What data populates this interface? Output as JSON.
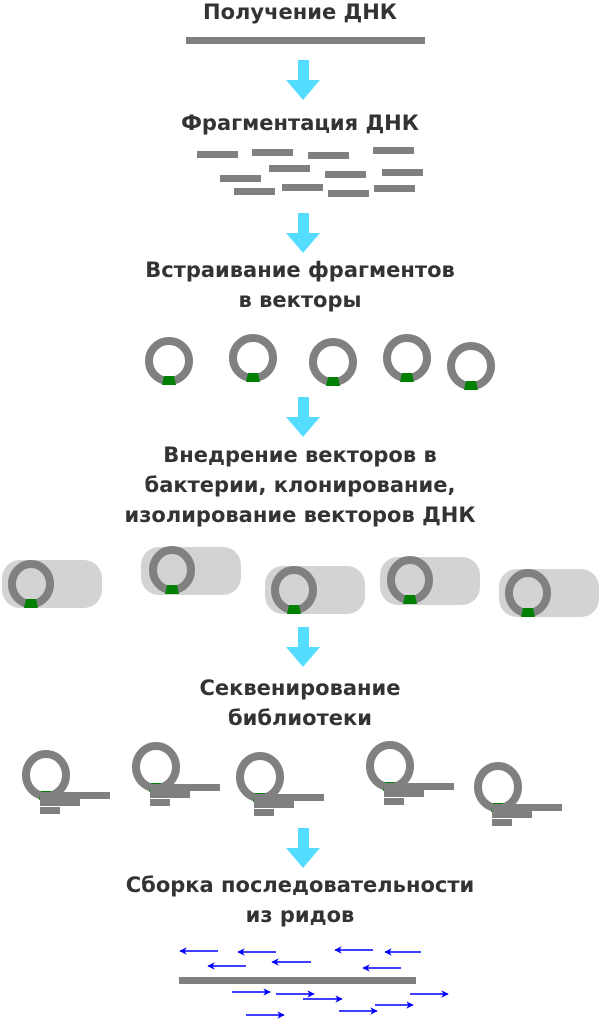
{
  "colors": {
    "dna": "#808080",
    "arrow": "#55ddff",
    "insert": "#008000",
    "bacteria": "#d3d3d3",
    "read": "#0000ff",
    "text": "#333333"
  },
  "steps": [
    {
      "id": "dna-extraction",
      "lines": [
        "Получение ДНК"
      ]
    },
    {
      "id": "fragmentation",
      "lines": [
        "Фрагментация ДНК"
      ]
    },
    {
      "id": "vector-insertion",
      "lines": [
        "Встраивание фрагментов",
        "в векторы"
      ]
    },
    {
      "id": "cloning",
      "lines": [
        "Внедрение векторов в",
        "бактерии, клонирование,",
        "изолирование векторов ДНК"
      ]
    },
    {
      "id": "sequencing",
      "lines": [
        "Секвенирование",
        "библиотеки"
      ]
    },
    {
      "id": "assembly",
      "lines": [
        "Сборка последовательности",
        "из ридов"
      ]
    }
  ],
  "counts": {
    "fragments": 12,
    "vectors": 5,
    "bacteria": 5,
    "sequenced_vectors": 5,
    "reverse_reads": 7,
    "forward_reads": 7
  }
}
